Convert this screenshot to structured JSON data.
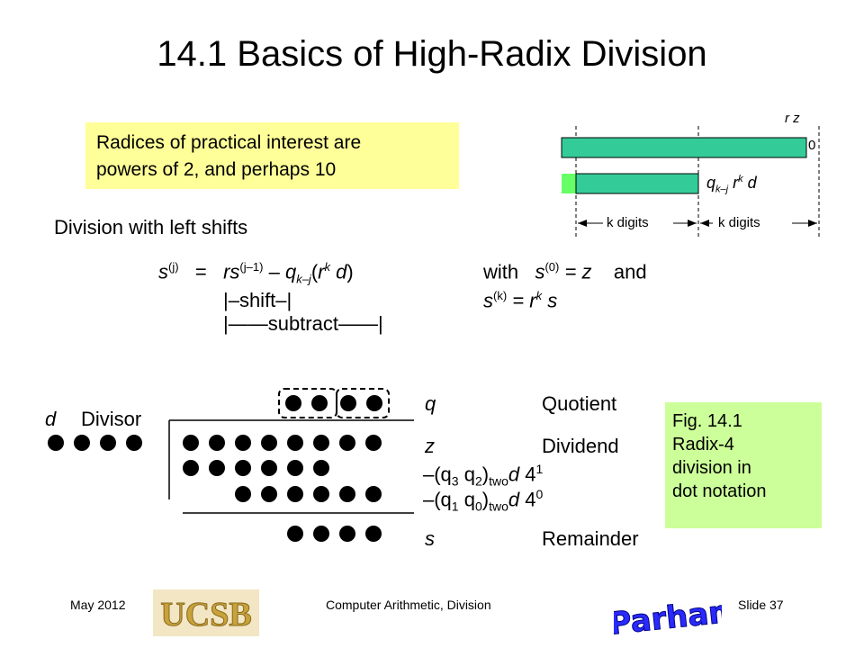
{
  "slide": {
    "title": "14.1  Basics of High-Radix Division",
    "note": {
      "line1": "Radices of practical interest are",
      "line2": "powers of 2, and perhaps 10"
    },
    "subtitle": "Division with left shifts",
    "equation": {
      "lhs": "s",
      "lhs_sup": "(j)",
      "equals": "=",
      "rhs_r": "r",
      "rhs_s": "s",
      "rhs_sup": "(j–1)",
      "minus": "–",
      "q": "q",
      "q_sub": "k–j",
      "paren_open": "(",
      "r2": "r",
      "r2_sup": "k",
      "d": "d",
      "paren_close": ")",
      "with": "with",
      "s0": "s",
      "s0_sup": "(0)",
      "s0_eq": "= z",
      "and": "and",
      "sk": "s",
      "sk_sup": "(k)",
      "sk_eq": "= r",
      "sk_sup2": "k",
      "sk_s": "s",
      "shift_label": "|–shift–|",
      "subtract_label": "|——subtract——|"
    },
    "figure_top": {
      "label_rz": "r z",
      "label_zero": "0",
      "label_q": "q",
      "label_q_sub": "k–j",
      "label_r": "r",
      "label_r_sup": "k",
      "label_d": "d",
      "digits_left": "k digits",
      "digits_right": "k digits",
      "bar_color": "#33cc99",
      "small_bar_color": "#66ff66"
    },
    "dot_figure": {
      "d_label": "d",
      "divisor_label": "Divisor",
      "rows": [
        {
          "sym": "q",
          "name": "Quotient"
        },
        {
          "sym": "z",
          "name": "Dividend"
        },
        {
          "sym": "–(q3 q2)two d 4^1",
          "name": ""
        },
        {
          "sym": "–(q1 q0)two d 4^0",
          "name": ""
        },
        {
          "sym": "s",
          "name": "Remainder"
        }
      ],
      "sym_q": "q",
      "name_q": "Quotient",
      "sym_z": "z",
      "name_z": "Dividend",
      "sub1_main": "–(q",
      "sub1_i1": "3",
      "sub1_q2": " q",
      "sub1_i2": "2",
      "sub1_close": ")",
      "sub1_two": "two",
      "sub1_d": "d",
      "sub1_4": "4",
      "sub1_exp": "1",
      "sub2_main": "–(q",
      "sub2_i1": "1",
      "sub2_q2": " q",
      "sub2_i2": "0",
      "sub2_close": ")",
      "sub2_two": "two",
      "sub2_d": "d",
      "sub2_4": "4",
      "sub2_exp": "0",
      "sym_s": "s",
      "name_s": "Remainder"
    },
    "caption": {
      "line1": "Fig. 14.1",
      "line2": "Radix-4",
      "line3": "division in",
      "line4": "dot notation"
    },
    "footer": {
      "date": "May 2012",
      "course": "Computer Arithmetic, Division",
      "slide_no": "Slide 37",
      "logo": "UCSB",
      "signature": "BParhami"
    }
  }
}
